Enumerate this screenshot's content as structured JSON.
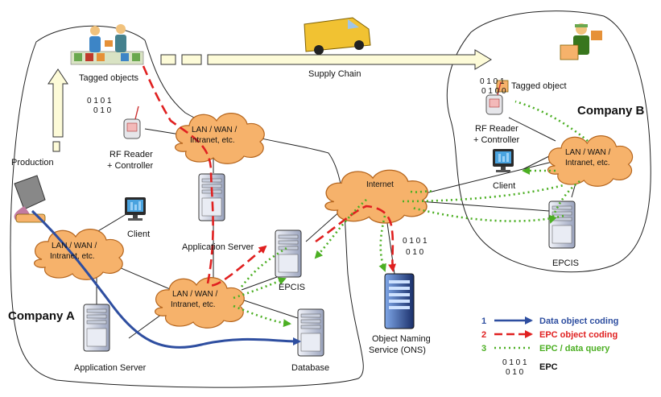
{
  "labels": {
    "tagged_objects": "Tagged objects",
    "supply_chain": "Supply Chain",
    "tagged_object": "Tagged object",
    "company_b": "Company B",
    "company_a": "Company A",
    "production": "Production",
    "rf_reader_a_line1": "RF Reader",
    "rf_reader_a_line2": "+ Controller",
    "rf_reader_b_line1": "RF Reader",
    "rf_reader_b_line2": "+ Controller",
    "client_a": "Client",
    "client_b": "Client",
    "internet": "Internet",
    "application_server_mid": "Application Server",
    "application_server_bottom": "Application Server",
    "epcis_a": "EPCIS",
    "epcis_b": "EPCIS",
    "database": "Database",
    "ons_line1": "Object Naming",
    "ons_line2": "Service (ONS)"
  },
  "cloud_text": {
    "line1": "LAN / WAN /",
    "line2": "Intranet, etc."
  },
  "bits": {
    "row1": "0 1   0 1",
    "row2": "0 1   0",
    "row1b": "0 1   0 1",
    "row2b": "0 1 0 0",
    "row1c": "0 1 0 1",
    "row2c": "0 1 0",
    "legend_row1": "0 1   0 1",
    "legend_row2": "0 1 0"
  },
  "legend": {
    "items": [
      {
        "num": "1",
        "text": "Data object coding",
        "color": "#2e4ea0"
      },
      {
        "num": "2",
        "text": "EPC object coding",
        "color": "#e02020"
      },
      {
        "num": "3",
        "text": "EPC / data query",
        "color": "#4caf23"
      },
      {
        "num": "",
        "text": "EPC",
        "color": "#111111"
      }
    ]
  },
  "colors": {
    "blue": "#2e4ea0",
    "red": "#e02020",
    "green": "#4caf23",
    "cloud_fill": "#f6b26b",
    "cloud_stroke": "#b5651d",
    "server": "#d9dde8"
  }
}
